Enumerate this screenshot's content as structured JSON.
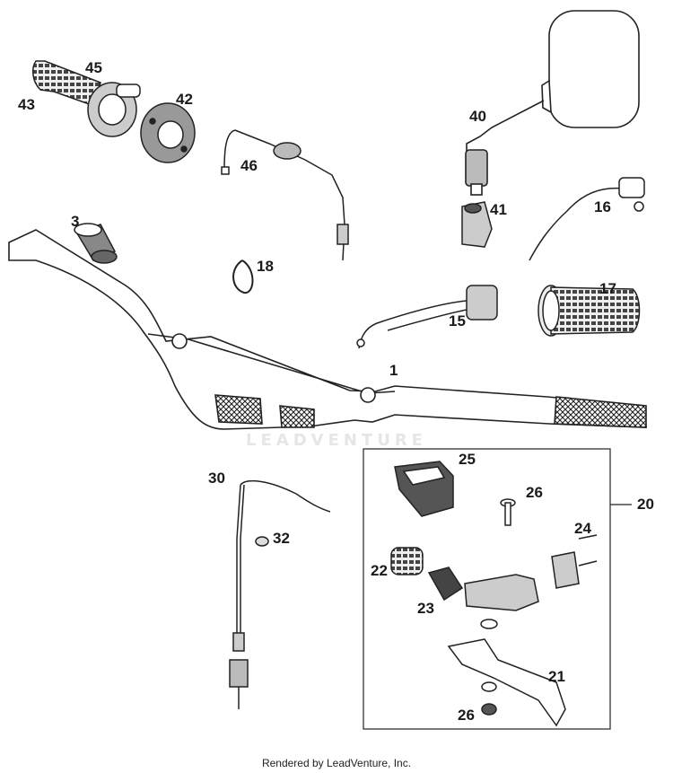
{
  "watermark": "LEADVENTURE",
  "footer": "Rendered by LeadVenture, Inc.",
  "callouts": [
    "1",
    "3",
    "15",
    "16",
    "17",
    "18",
    "20",
    "21",
    "22",
    "23",
    "24",
    "25",
    "26",
    "26",
    "30",
    "32",
    "40",
    "41",
    "42",
    "43",
    "45",
    "46"
  ]
}
